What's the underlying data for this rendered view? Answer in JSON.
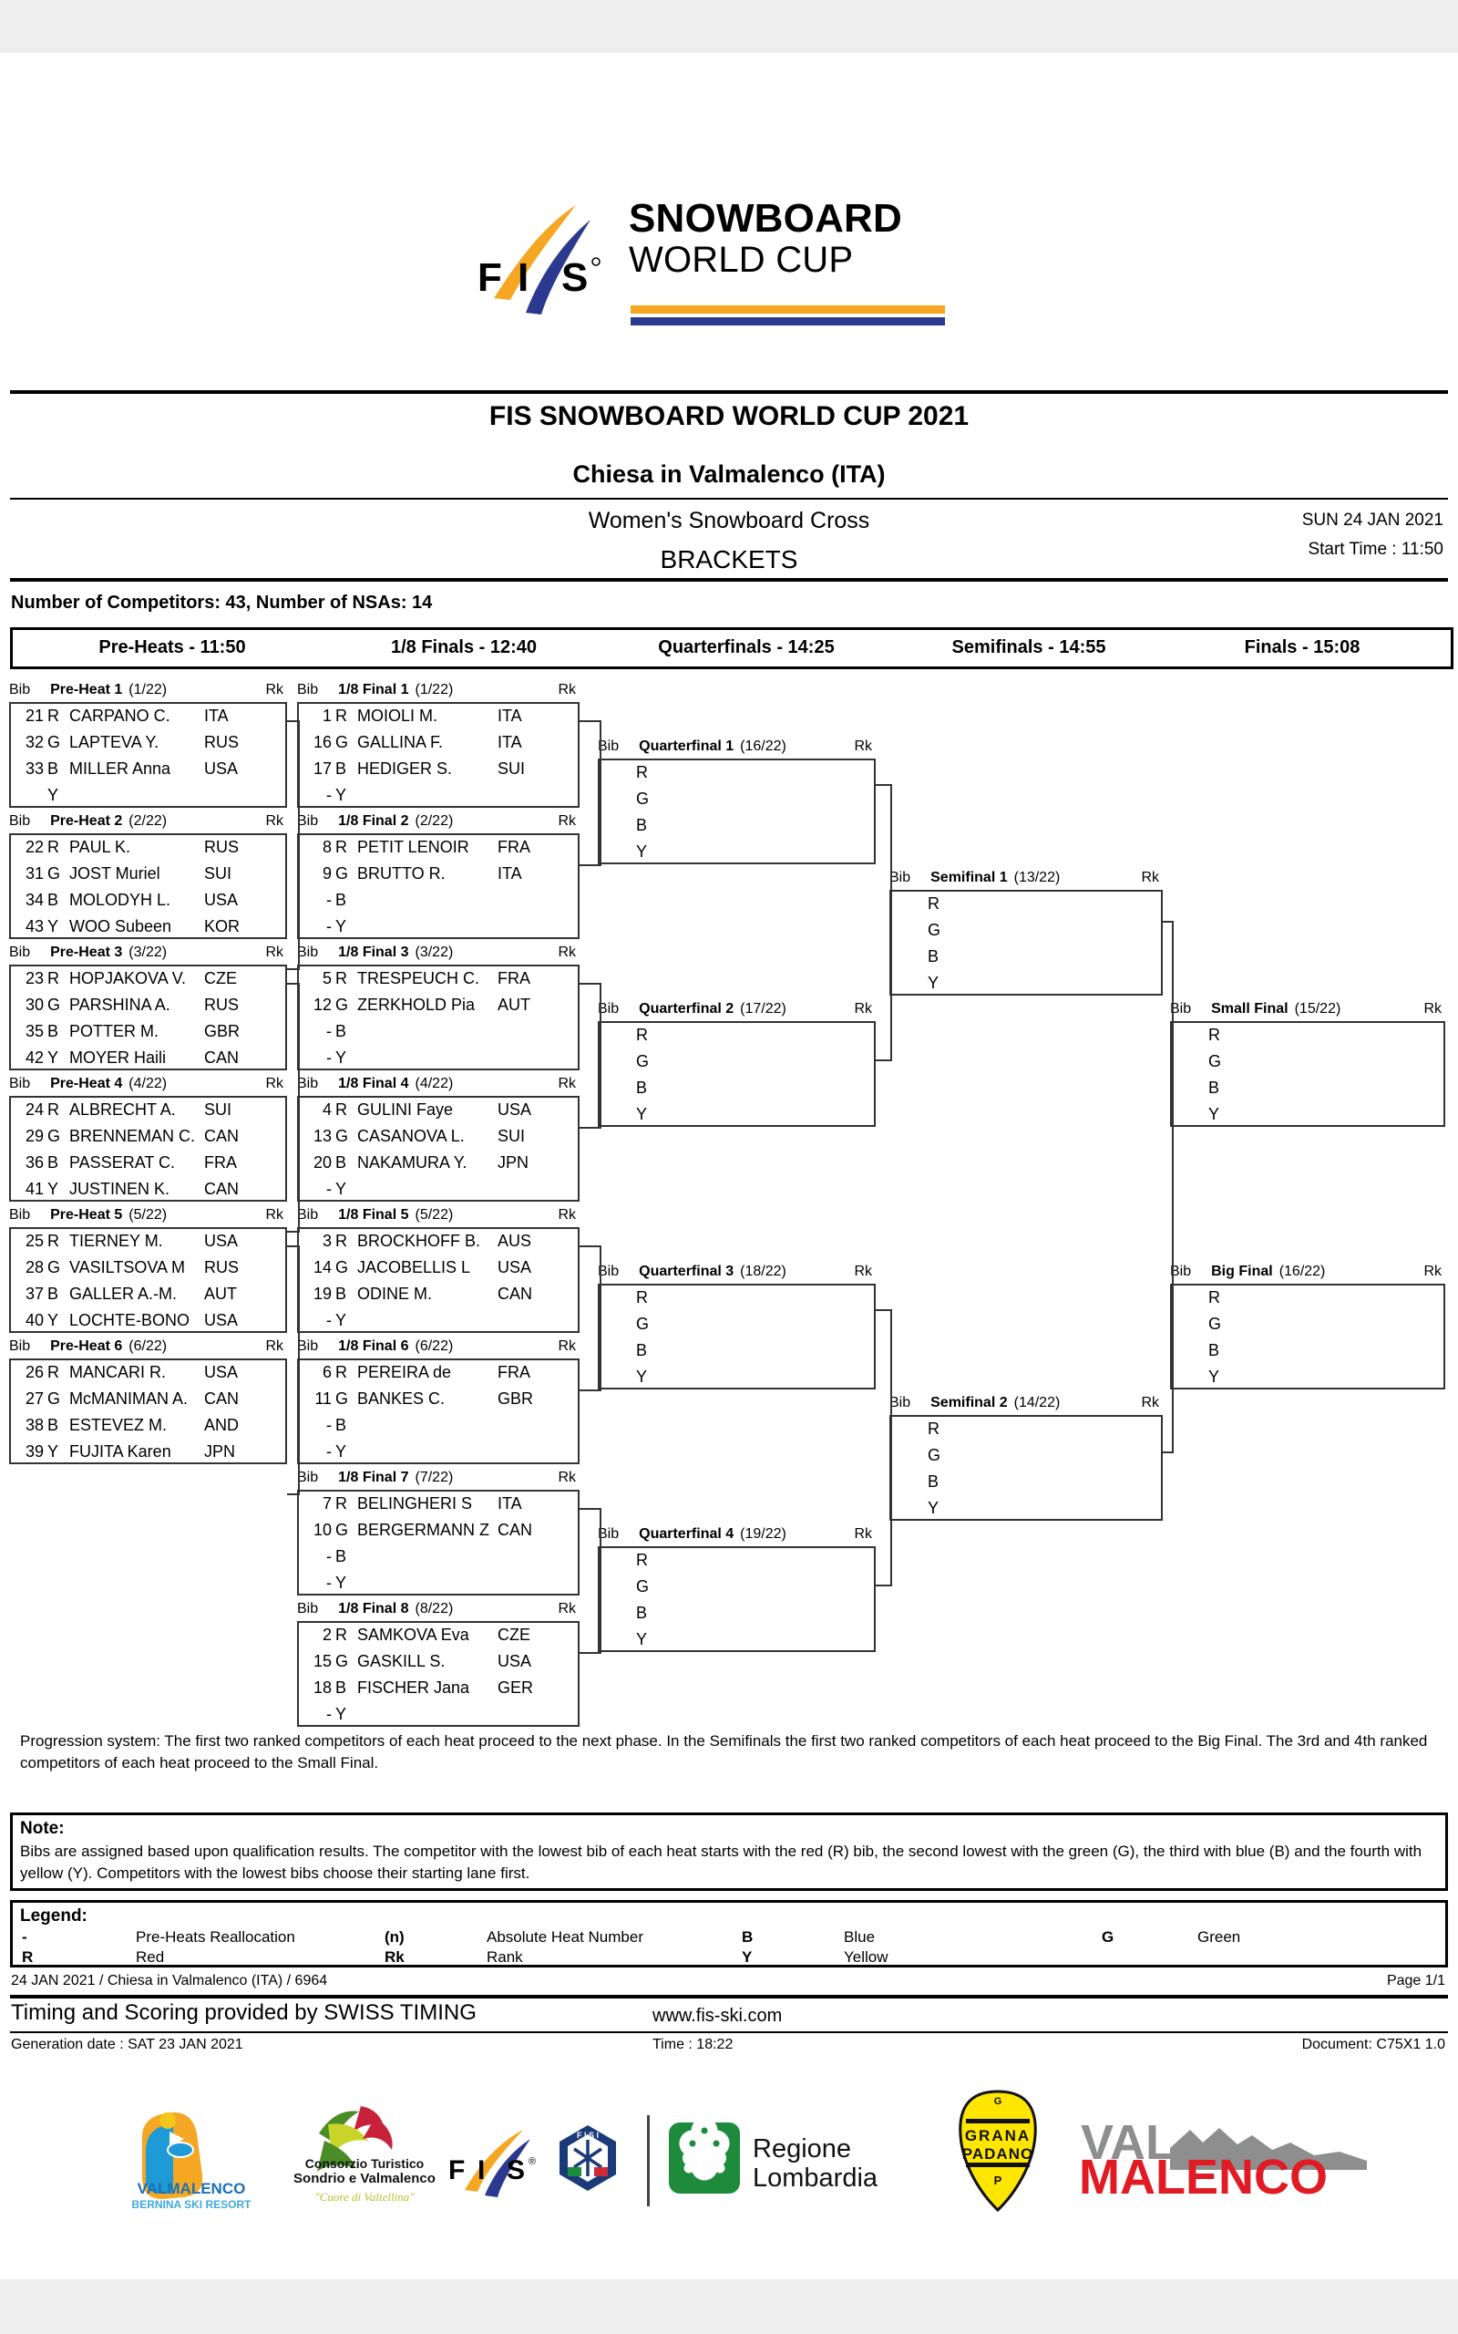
{
  "logo": {
    "mark": "fis-logo-icon",
    "line1": "SNOWBOARD",
    "line2": "WORLD CUP",
    "bar_top_color": "#F5A623",
    "bar_bottom_color": "#2B3A8F"
  },
  "header": {
    "event_title": "FIS SNOWBOARD WORLD CUP 2021",
    "venue": "Chiesa in Valmalenco (ITA)",
    "discipline": "Women's Snowboard Cross",
    "doc_type": "BRACKETS",
    "date": "SUN 24 JAN 2021",
    "start_time": "Start Time : 11:50",
    "competitors_line": "Number of Competitors: 43, Number of NSAs: 14"
  },
  "phases": [
    {
      "label": "Pre-Heats - 11:50"
    },
    {
      "label": "1/8 Finals - 12:40"
    },
    {
      "label": "Quarterfinals - 14:25"
    },
    {
      "label": "Semifinals - 14:55"
    },
    {
      "label": "Finals - 15:08"
    }
  ],
  "col_labels": {
    "bib": "Bib",
    "rk": "Rk"
  },
  "preheats": [
    {
      "name": "Pre-Heat 1",
      "num": "(1/22)",
      "rows": [
        {
          "bib": "21",
          "col": "R",
          "athlete": "CARPANO C.",
          "nat": "ITA"
        },
        {
          "bib": "32",
          "col": "G",
          "athlete": "LAPTEVA Y.",
          "nat": "RUS"
        },
        {
          "bib": "33",
          "col": "B",
          "athlete": "MILLER Anna",
          "nat": "USA"
        },
        {
          "bib": "",
          "col": "Y",
          "athlete": "",
          "nat": ""
        }
      ]
    },
    {
      "name": "Pre-Heat 2",
      "num": "(2/22)",
      "rows": [
        {
          "bib": "22",
          "col": "R",
          "athlete": "PAUL K.",
          "nat": "RUS"
        },
        {
          "bib": "31",
          "col": "G",
          "athlete": "JOST Muriel",
          "nat": "SUI"
        },
        {
          "bib": "34",
          "col": "B",
          "athlete": "MOLODYH L.",
          "nat": "USA"
        },
        {
          "bib": "43",
          "col": "Y",
          "athlete": "WOO Subeen",
          "nat": "KOR"
        }
      ]
    },
    {
      "name": "Pre-Heat 3",
      "num": "(3/22)",
      "rows": [
        {
          "bib": "23",
          "col": "R",
          "athlete": "HOPJAKOVA V.",
          "nat": "CZE"
        },
        {
          "bib": "30",
          "col": "G",
          "athlete": "PARSHINA A.",
          "nat": "RUS"
        },
        {
          "bib": "35",
          "col": "B",
          "athlete": "POTTER M.",
          "nat": "GBR"
        },
        {
          "bib": "42",
          "col": "Y",
          "athlete": "MOYER Haili",
          "nat": "CAN"
        }
      ]
    },
    {
      "name": "Pre-Heat 4",
      "num": "(4/22)",
      "rows": [
        {
          "bib": "24",
          "col": "R",
          "athlete": "ALBRECHT A.",
          "nat": "SUI"
        },
        {
          "bib": "29",
          "col": "G",
          "athlete": "BRENNEMAN C.",
          "nat": "CAN"
        },
        {
          "bib": "36",
          "col": "B",
          "athlete": "PASSERAT C.",
          "nat": "FRA"
        },
        {
          "bib": "41",
          "col": "Y",
          "athlete": "JUSTINEN K.",
          "nat": "CAN"
        }
      ]
    },
    {
      "name": "Pre-Heat 5",
      "num": "(5/22)",
      "rows": [
        {
          "bib": "25",
          "col": "R",
          "athlete": "TIERNEY M.",
          "nat": "USA"
        },
        {
          "bib": "28",
          "col": "G",
          "athlete": "VASILTSOVA M",
          "nat": "RUS"
        },
        {
          "bib": "37",
          "col": "B",
          "athlete": "GALLER A.-M.",
          "nat": "AUT"
        },
        {
          "bib": "40",
          "col": "Y",
          "athlete": "LOCHTE-BONO",
          "nat": "USA"
        }
      ]
    },
    {
      "name": "Pre-Heat 6",
      "num": "(6/22)",
      "rows": [
        {
          "bib": "26",
          "col": "R",
          "athlete": "MANCARI R.",
          "nat": "USA"
        },
        {
          "bib": "27",
          "col": "G",
          "athlete": "McMANIMAN A.",
          "nat": "CAN"
        },
        {
          "bib": "38",
          "col": "B",
          "athlete": "ESTEVEZ M.",
          "nat": "AND"
        },
        {
          "bib": "39",
          "col": "Y",
          "athlete": "FUJITA Karen",
          "nat": "JPN"
        }
      ]
    }
  ],
  "eighths": [
    {
      "name": "1/8 Final 1",
      "num": "(1/22)",
      "rows": [
        {
          "bib": "1",
          "col": "R",
          "athlete": "MOIOLI M.",
          "nat": "ITA"
        },
        {
          "bib": "16",
          "col": "G",
          "athlete": "GALLINA F.",
          "nat": "ITA"
        },
        {
          "bib": "17",
          "col": "B",
          "athlete": "HEDIGER S.",
          "nat": "SUI"
        },
        {
          "bib": "-",
          "col": "Y",
          "athlete": "",
          "nat": ""
        }
      ]
    },
    {
      "name": "1/8 Final 2",
      "num": "(2/22)",
      "rows": [
        {
          "bib": "8",
          "col": "R",
          "athlete": "PETIT LENOIR",
          "nat": "FRA"
        },
        {
          "bib": "9",
          "col": "G",
          "athlete": "BRUTTO R.",
          "nat": "ITA"
        },
        {
          "bib": "-",
          "col": "B",
          "athlete": "",
          "nat": ""
        },
        {
          "bib": "-",
          "col": "Y",
          "athlete": "",
          "nat": ""
        }
      ]
    },
    {
      "name": "1/8 Final 3",
      "num": "(3/22)",
      "rows": [
        {
          "bib": "5",
          "col": "R",
          "athlete": "TRESPEUCH C.",
          "nat": "FRA"
        },
        {
          "bib": "12",
          "col": "G",
          "athlete": "ZERKHOLD Pia",
          "nat": "AUT"
        },
        {
          "bib": "-",
          "col": "B",
          "athlete": "",
          "nat": ""
        },
        {
          "bib": "-",
          "col": "Y",
          "athlete": "",
          "nat": ""
        }
      ]
    },
    {
      "name": "1/8 Final 4",
      "num": "(4/22)",
      "rows": [
        {
          "bib": "4",
          "col": "R",
          "athlete": "GULINI Faye",
          "nat": "USA"
        },
        {
          "bib": "13",
          "col": "G",
          "athlete": "CASANOVA L.",
          "nat": "SUI"
        },
        {
          "bib": "20",
          "col": "B",
          "athlete": "NAKAMURA Y.",
          "nat": "JPN"
        },
        {
          "bib": "-",
          "col": "Y",
          "athlete": "",
          "nat": ""
        }
      ]
    },
    {
      "name": "1/8 Final 5",
      "num": "(5/22)",
      "rows": [
        {
          "bib": "3",
          "col": "R",
          "athlete": "BROCKHOFF B.",
          "nat": "AUS"
        },
        {
          "bib": "14",
          "col": "G",
          "athlete": "JACOBELLIS L",
          "nat": "USA"
        },
        {
          "bib": "19",
          "col": "B",
          "athlete": "ODINE M.",
          "nat": "CAN"
        },
        {
          "bib": "-",
          "col": "Y",
          "athlete": "",
          "nat": ""
        }
      ]
    },
    {
      "name": "1/8 Final 6",
      "num": "(6/22)",
      "rows": [
        {
          "bib": "6",
          "col": "R",
          "athlete": "PEREIRA de",
          "nat": "FRA"
        },
        {
          "bib": "11",
          "col": "G",
          "athlete": "BANKES C.",
          "nat": "GBR"
        },
        {
          "bib": "-",
          "col": "B",
          "athlete": "",
          "nat": ""
        },
        {
          "bib": "-",
          "col": "Y",
          "athlete": "",
          "nat": ""
        }
      ]
    },
    {
      "name": "1/8 Final 7",
      "num": "(7/22)",
      "rows": [
        {
          "bib": "7",
          "col": "R",
          "athlete": "BELINGHERI S",
          "nat": "ITA"
        },
        {
          "bib": "10",
          "col": "G",
          "athlete": "BERGERMANN Z",
          "nat": "CAN"
        },
        {
          "bib": "-",
          "col": "B",
          "athlete": "",
          "nat": ""
        },
        {
          "bib": "-",
          "col": "Y",
          "athlete": "",
          "nat": ""
        }
      ]
    },
    {
      "name": "1/8 Final 8",
      "num": "(8/22)",
      "rows": [
        {
          "bib": "2",
          "col": "R",
          "athlete": "SAMKOVA Eva",
          "nat": "CZE"
        },
        {
          "bib": "15",
          "col": "G",
          "athlete": "GASKILL S.",
          "nat": "USA"
        },
        {
          "bib": "18",
          "col": "B",
          "athlete": "FISCHER Jana",
          "nat": "GER"
        },
        {
          "bib": "-",
          "col": "Y",
          "athlete": "",
          "nat": ""
        }
      ]
    }
  ],
  "quarterfinals": [
    {
      "name": "Quarterfinal 1",
      "num": "(16/22)",
      "rows": [
        {
          "col": "R"
        },
        {
          "col": "G"
        },
        {
          "col": "B"
        },
        {
          "col": "Y"
        }
      ]
    },
    {
      "name": "Quarterfinal 2",
      "num": "(17/22)",
      "rows": [
        {
          "col": "R"
        },
        {
          "col": "G"
        },
        {
          "col": "B"
        },
        {
          "col": "Y"
        }
      ]
    },
    {
      "name": "Quarterfinal 3",
      "num": "(18/22)",
      "rows": [
        {
          "col": "R"
        },
        {
          "col": "G"
        },
        {
          "col": "B"
        },
        {
          "col": "Y"
        }
      ]
    },
    {
      "name": "Quarterfinal 4",
      "num": "(19/22)",
      "rows": [
        {
          "col": "R"
        },
        {
          "col": "G"
        },
        {
          "col": "B"
        },
        {
          "col": "Y"
        }
      ]
    }
  ],
  "semifinals": [
    {
      "name": "Semifinal 1",
      "num": "(13/22)",
      "rows": [
        {
          "col": "R"
        },
        {
          "col": "G"
        },
        {
          "col": "B"
        },
        {
          "col": "Y"
        }
      ]
    },
    {
      "name": "Semifinal 2",
      "num": "(14/22)",
      "rows": [
        {
          "col": "R"
        },
        {
          "col": "G"
        },
        {
          "col": "B"
        },
        {
          "col": "Y"
        }
      ]
    }
  ],
  "finals": [
    {
      "name": "Small Final",
      "num": "(15/22)",
      "rows": [
        {
          "col": "R"
        },
        {
          "col": "G"
        },
        {
          "col": "B"
        },
        {
          "col": "Y"
        }
      ]
    },
    {
      "name": "Big Final",
      "num": "(16/22)",
      "rows": [
        {
          "col": "R"
        },
        {
          "col": "G"
        },
        {
          "col": "B"
        },
        {
          "col": "Y"
        }
      ]
    }
  ],
  "progression": "Progression system: The first two ranked competitors of each heat proceed to the next phase. In the Semifinals the first two ranked competitors of each heat proceed to the Big Final. The 3rd and 4th ranked competitors of each heat proceed to the Small Final.",
  "note": {
    "title": "Note:",
    "text": "Bibs are assigned based upon qualification results. The competitor with the lowest bib of each heat starts with the red (R) bib, the second lowest with the green (G), the third with blue (B) and the fourth with yellow (Y). Competitors with the lowest bibs choose their starting lane first."
  },
  "legend": {
    "title": "Legend:",
    "entries": [
      {
        "sym": "-",
        "desc": "Pre-Heats Reallocation"
      },
      {
        "sym": "R",
        "desc": "Red"
      },
      {
        "sym": "(n)",
        "desc": "Absolute Heat Number"
      },
      {
        "sym": "Rk",
        "desc": "Rank"
      },
      {
        "sym": "B",
        "desc": "Blue"
      },
      {
        "sym": "Y",
        "desc": "Yellow"
      },
      {
        "sym": "G",
        "desc": "Green"
      }
    ]
  },
  "footer": {
    "left_line": "24 JAN 2021 / Chiesa in Valmalenco  (ITA) / 6964",
    "page": "Page 1/1",
    "timing": "Timing and Scoring provided by SWISS TIMING",
    "website": "www.fis-ski.com",
    "generation": "Generation date : SAT 23 JAN 2021",
    "time": "Time : 18:22",
    "document": "Document: C75X1 1.0"
  },
  "sponsors": [
    {
      "id": "valmalenco-bernina",
      "line1": "VALMALENCO",
      "line2": "BERNINA SKI RESORT"
    },
    {
      "id": "consorzio-turistico",
      "line1": "Consorzio Turistico",
      "line2": "Sondrio e Valmalenco",
      "line3": "\"Cuore di Valtellina\""
    },
    {
      "id": "fis",
      "line1": "FIS"
    },
    {
      "id": "fisi",
      "line1": "FISI"
    },
    {
      "id": "regione-lombardia",
      "line1": "Regione",
      "line2": "Lombardia"
    },
    {
      "id": "grana-padano",
      "line1": "GRANA",
      "line2": "PADANO",
      "line3": "P"
    },
    {
      "id": "valmalenco",
      "line1": "VAL",
      "line2": "MALENCO"
    }
  ]
}
